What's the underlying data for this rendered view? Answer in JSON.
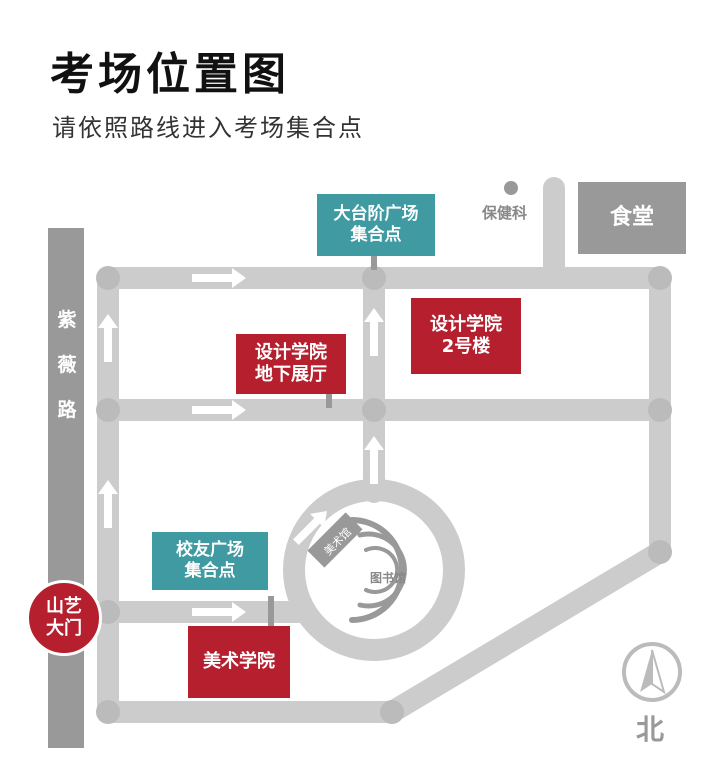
{
  "header": {
    "title": "考场位置图",
    "subtitle": "请依照路线进入考场集合点"
  },
  "roads": {
    "west_road": [
      "紫",
      "薇",
      "路"
    ]
  },
  "places": {
    "canteen": "食堂",
    "clinic": "保健科",
    "library": "图书馆",
    "art_museum": "美术馆"
  },
  "assembly_points": {
    "big_steps": [
      "大台阶广场",
      "集合点"
    ],
    "alumni_square": [
      "校友广场",
      "集合点"
    ]
  },
  "exam_sites": {
    "design_hall": [
      "设计学院",
      "地下展厅"
    ],
    "design_building_2": [
      "设计学院",
      "2号楼"
    ],
    "fine_arts": "美术学院"
  },
  "entrance": [
    "山艺",
    "大门"
  ],
  "compass": {
    "label": "北"
  },
  "colors": {
    "road": "#cccccc",
    "road_edge": "#bbbbbb",
    "assembly_teal": "#3f9aa1",
    "exam_red": "#b51f2e",
    "building_gray": "#999999"
  },
  "icons": [
    "arrow-right-icon",
    "arrow-up-icon",
    "north-compass-icon",
    "clinic-dot-icon"
  ]
}
